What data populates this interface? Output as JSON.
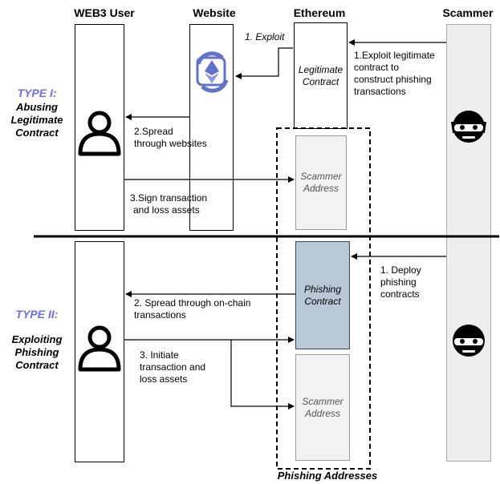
{
  "headers": {
    "web3_user": "WEB3 User",
    "website": "Website",
    "ethereum": "Ethereum",
    "scammer": "Scammer"
  },
  "type1": {
    "title": "TYPE I:",
    "subtitle_line1": "Abusing",
    "subtitle_line2": "Legitimate",
    "subtitle_line3": "Contract"
  },
  "type2": {
    "title": "TYPE II:",
    "subtitle_line1": "Exploiting",
    "subtitle_line2": "Phishing",
    "subtitle_line3": "Contract"
  },
  "boxes": {
    "legit_line1": "Legitimate",
    "legit_line2": "Contract",
    "scammer1_line1": "Scammer",
    "scammer1_line2": "Address",
    "phishing_line1": "Phishing",
    "phishing_line2": "Contract",
    "scammer2_line1": "Scammer",
    "scammer2_line2": "Address",
    "phishing_group": "Phishing Addresses"
  },
  "labels": {
    "exploit": "1. Exploit",
    "exploit_legit_1": "1.Exploit legitimate",
    "exploit_legit_2": "contract to",
    "exploit_legit_3": "construct phishing",
    "exploit_legit_4": "transactions",
    "spread1_1": "2.Spread",
    "spread1_2": "through websites",
    "sign_1": "3.Sign transaction",
    "sign_2": "and loss assets",
    "deploy_1": "1. Deploy",
    "deploy_2": "phishing",
    "deploy_3": "contracts",
    "spread2_1": "2. Spread through on-chain",
    "spread2_2": "transactions",
    "initiate_1": "3.  Initiate",
    "initiate_2": "transaction and",
    "initiate_3": "loss assets"
  },
  "colors": {
    "type_title": "#6c6cf0",
    "phishing_contract_fill": "#b9c8d6",
    "scammer_lane_fill": "#eeeeee",
    "scammer_box_fill": "#f2f2f2",
    "eth_logo": "#6272c8"
  }
}
